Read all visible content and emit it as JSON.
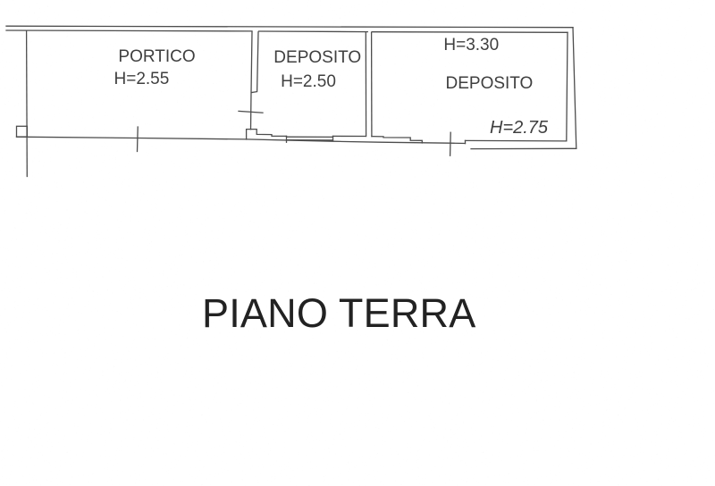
{
  "drawing": {
    "title": "PIANO TERRA",
    "labels": {
      "portico": {
        "name": "PORTICO",
        "height": "H=2.55"
      },
      "deposito_small": {
        "name": "DEPOSITO",
        "height": "H=2.50"
      },
      "deposito_large": {
        "name": "DEPOSITO",
        "height_top": "H=3.30",
        "height_bottom": "H=2.75"
      }
    },
    "colors": {
      "line": "#4d4d4d",
      "label_text": "#3f3f3f",
      "title_text": "#222222",
      "background": "#ffffff"
    }
  }
}
